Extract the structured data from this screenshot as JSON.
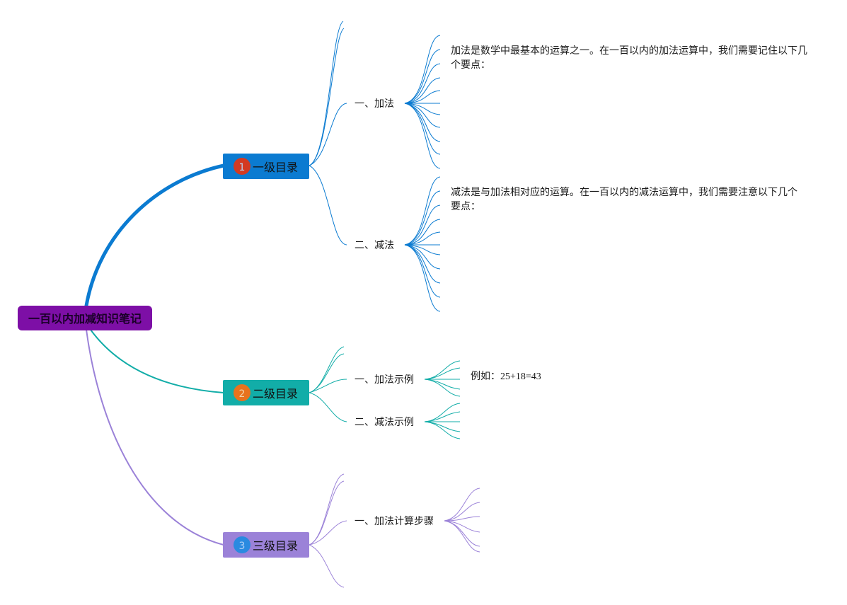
{
  "colors": {
    "background": "#ffffff",
    "root": "#7d0fa6",
    "branch1": "#0b7bd1",
    "branch2": "#12ada8",
    "branch3": "#9b82d8",
    "badge1": "#d33a22",
    "badge2": "#e8731d",
    "badge3": "#2a8ae0"
  },
  "root": {
    "label": "一百以内加减知识笔记"
  },
  "branches": [
    {
      "label": "一级目录",
      "badge": "1",
      "children": [
        {
          "label": "一、加法",
          "note": "加法是数学中最基本的运算之一。在一百以内的加法运算中，我们需要记住以下几个要点："
        },
        {
          "label": "二、减法",
          "note": "减法是与加法相对应的运算。在一百以内的减法运算中，我们需要注意以下几个要点："
        }
      ]
    },
    {
      "label": "二级目录",
      "badge": "2",
      "children": [
        {
          "label": "一、加法示例",
          "note": "例如：25+18=43"
        },
        {
          "label": "二、减法示例",
          "note": ""
        }
      ]
    },
    {
      "label": "三级目录",
      "badge": "3",
      "children": [
        {
          "label": "一、加法计算步骤",
          "note": ""
        }
      ]
    }
  ]
}
